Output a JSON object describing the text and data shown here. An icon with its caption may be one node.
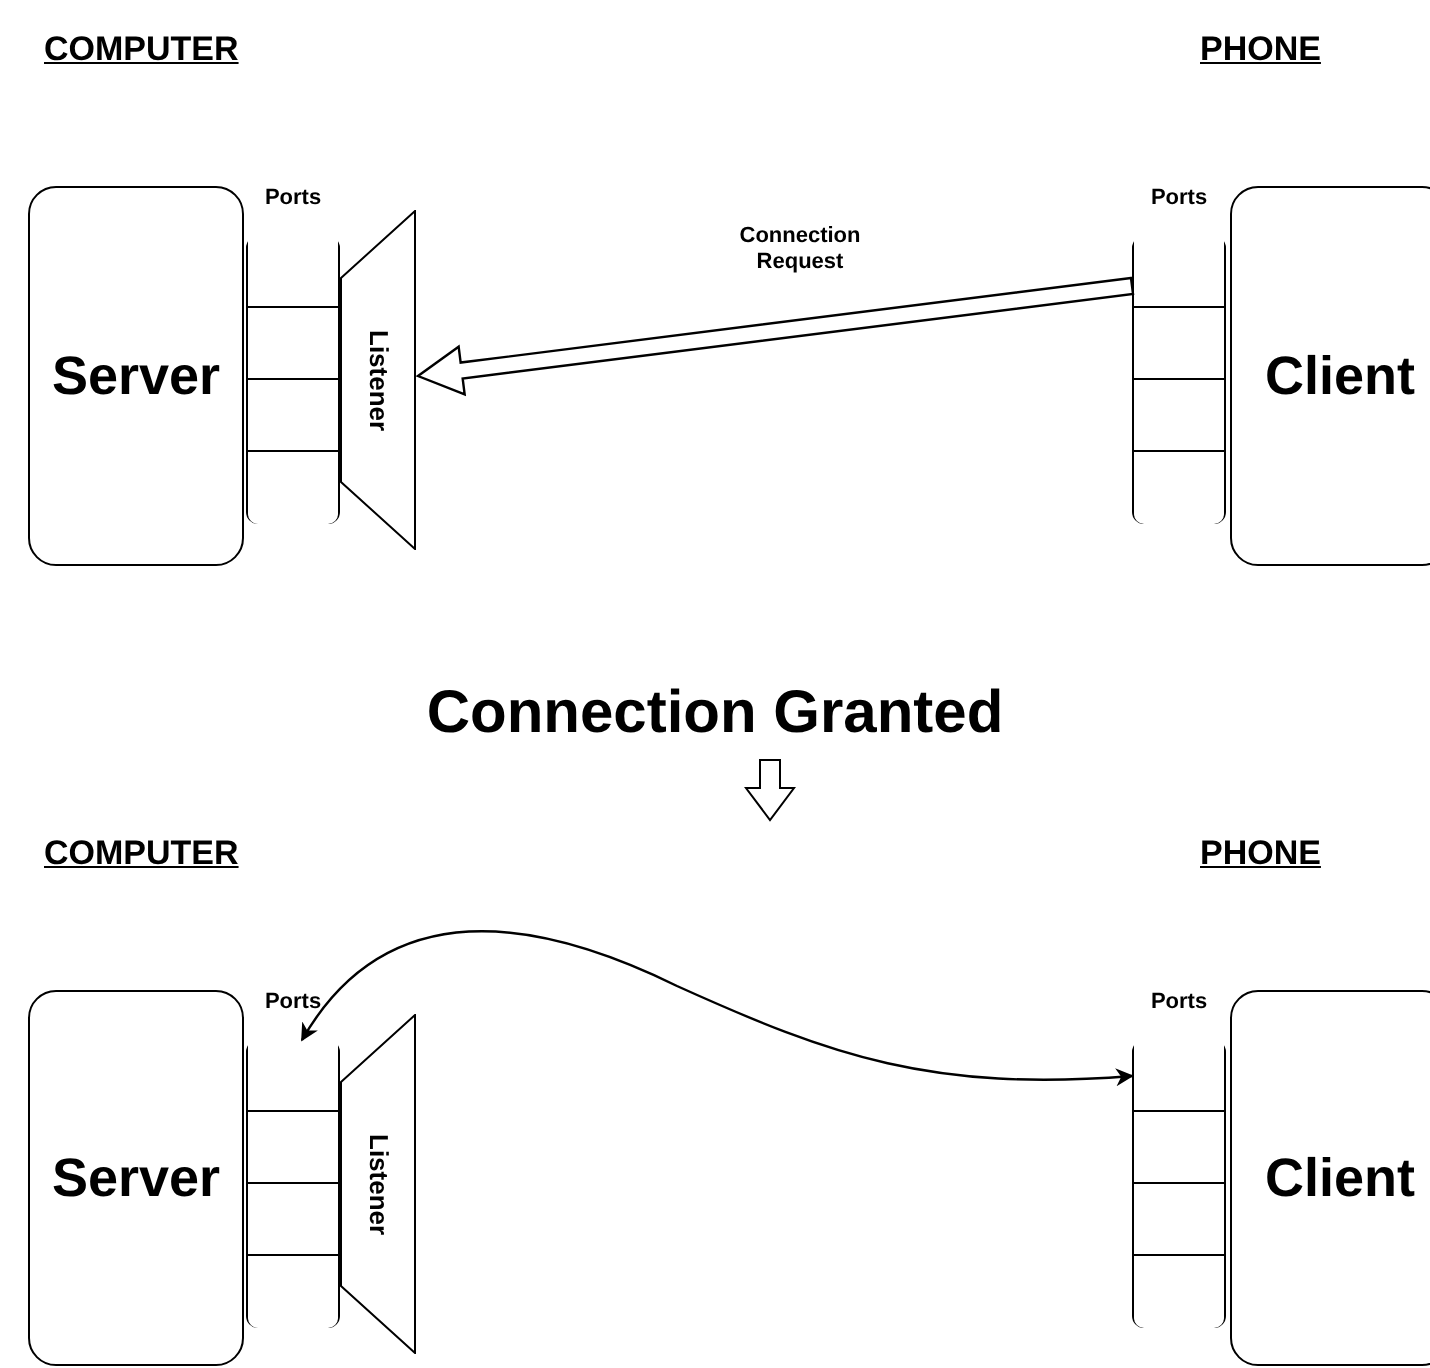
{
  "diagram": {
    "nodes": [
      {
        "text": [
          "Server"
        ]
      },
      {
        "text": [
          "Ports"
        ]
      },
      {
        "text": [],
        "shape": "box",
        "in": 1
      },
      {
        "text": [],
        "shape": "box",
        "in": 1
      },
      {
        "text": [],
        "shape": "box",
        "in": 1
      },
      {
        "text": [],
        "shape": "box",
        "in": 1
      },
      {
        "text": [
          "Listener"
        ]
      },
      {
        "text": [
          "Ports"
        ]
      },
      {
        "text": [],
        "shape": "box",
        "in": 7
      },
      {
        "text": [],
        "shape": "box",
        "in": 7
      },
      {
        "text": [],
        "shape": "box",
        "in": 7
      },
      {
        "text": [],
        "shape": "box",
        "in": 7
      },
      {
        "text": [
          "Client"
        ]
      },
      {
        "text": [
          "Server"
        ]
      },
      {
        "text": [
          "Ports"
        ]
      },
      {
        "text": [],
        "shape": "box",
        "in": 14
      },
      {
        "text": [],
        "shape": "box",
        "in": 14
      },
      {
        "text": [],
        "shape": "box",
        "in": 14
      },
      {
        "text": [],
        "shape": "box",
        "in": 14
      },
      {
        "text": [
          "Listener"
        ]
      },
      {
        "text": [
          "Ports"
        ]
      },
      {
        "text": [],
        "shape": "box",
        "in": 20
      },
      {
        "text": [],
        "shape": "box",
        "in": 20
      },
      {
        "text": [],
        "shape": "box",
        "in": 20
      },
      {
        "text": [],
        "shape": "box",
        "in": 20
      },
      {
        "text": [
          "Client"
        ]
      }
    ],
    "edges": [
      {
        "from": 8,
        "to": 6,
        "arrow": "to",
        "label": "Connection Request",
        "style": "thick"
      },
      {
        "from": 21,
        "to": 15,
        "arrow": "both"
      }
    ],
    "labels": [
      "COMPUTER",
      "PHONE",
      "Connection Granted",
      "COMPUTER",
      "PHONE"
    ]
  }
}
